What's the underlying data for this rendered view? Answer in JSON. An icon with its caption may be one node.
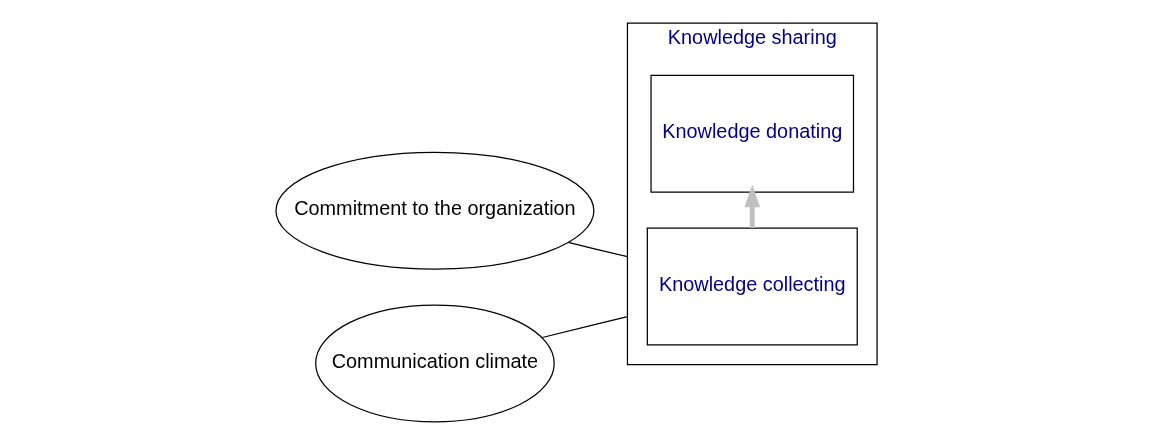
{
  "diagram": {
    "nodes": [
      {
        "text": [
          "Commitment to the organization"
        ]
      },
      {
        "text": [
          "Knowledge sharing"
        ]
      },
      {
        "text": [
          "Communication climate"
        ]
      },
      {
        "text": [
          "Knowledge collecting"
        ],
        "in": 1
      },
      {
        "text": [
          "Knowledge donating"
        ],
        "in": 1
      }
    ],
    "edges": [
      {
        "from": 2,
        "to": 1,
        "arrow": "none"
      },
      {
        "from": 0,
        "to": 1,
        "arrow": "none"
      },
      {
        "from": 3,
        "to": 4,
        "arrow": "to",
        "style": "thick",
        "color": "#c0c0c0"
      }
    ]
  }
}
